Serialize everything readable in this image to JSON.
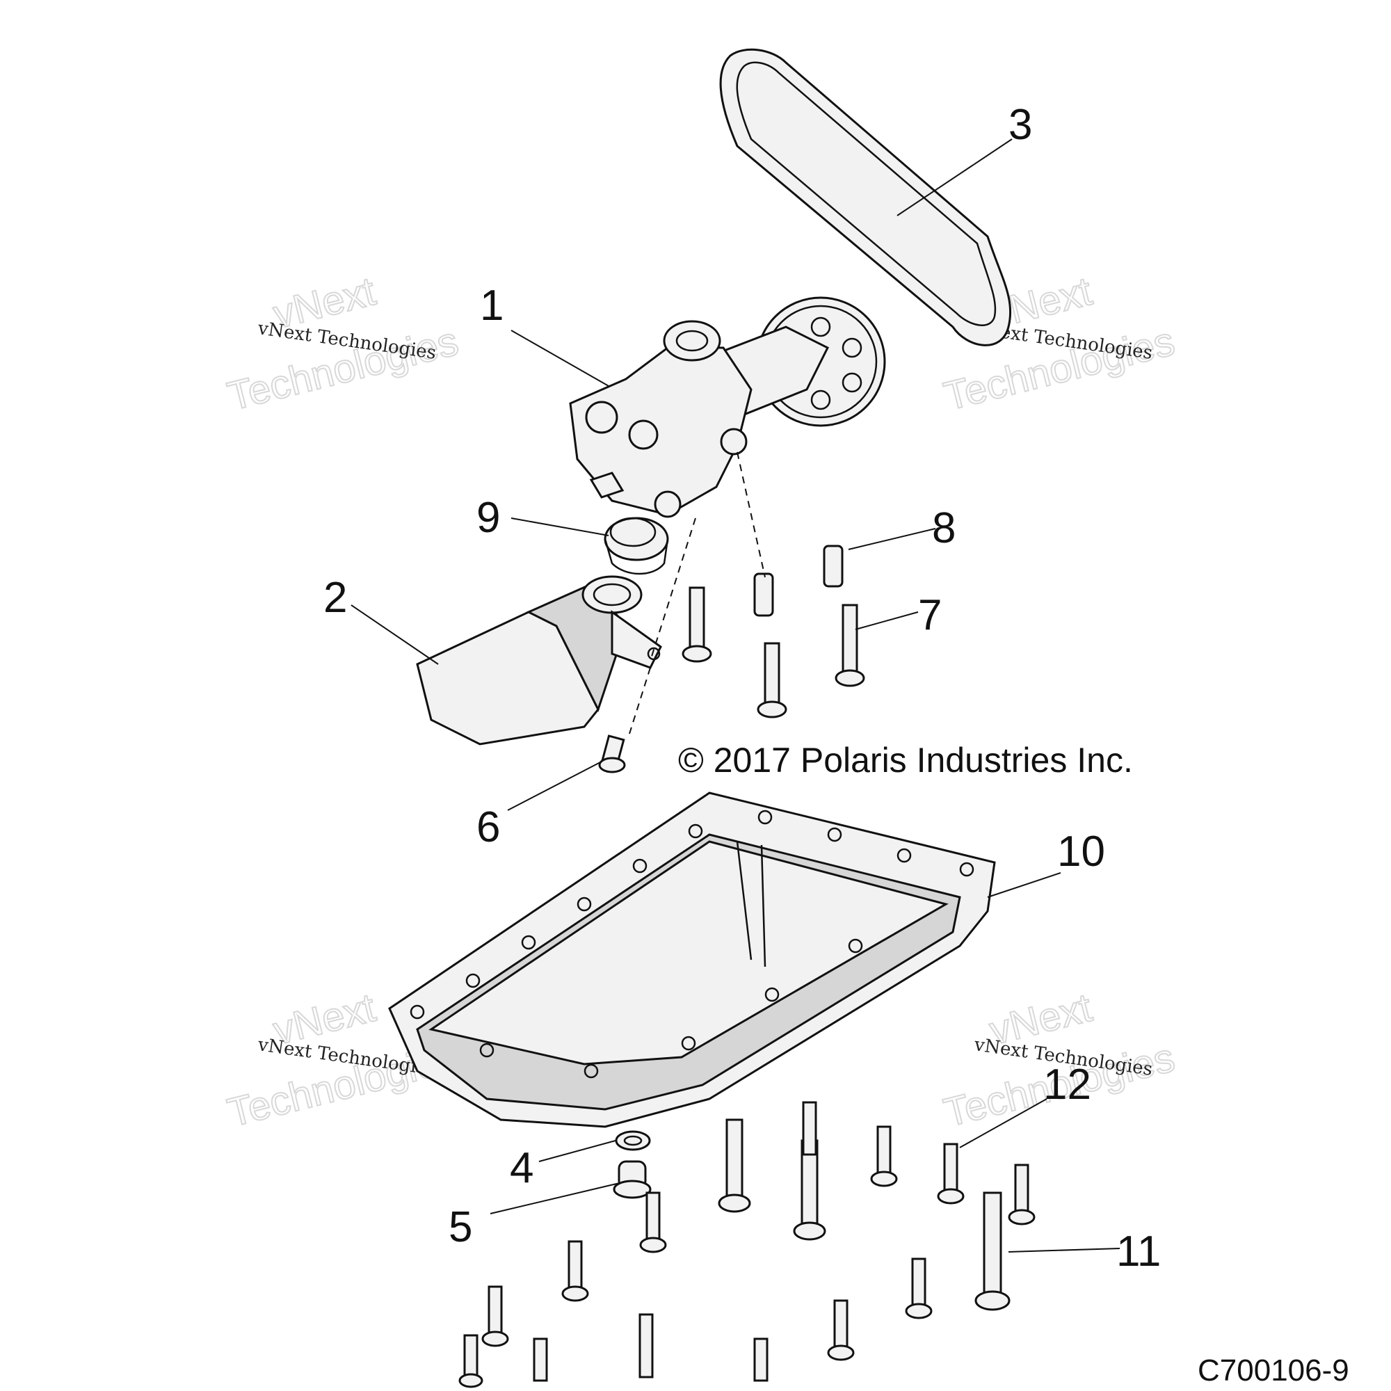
{
  "callouts": [
    {
      "id": "1",
      "label": "1"
    },
    {
      "id": "2",
      "label": "2"
    },
    {
      "id": "3",
      "label": "3"
    },
    {
      "id": "4",
      "label": "4"
    },
    {
      "id": "5",
      "label": "5"
    },
    {
      "id": "6",
      "label": "6"
    },
    {
      "id": "7",
      "label": "7"
    },
    {
      "id": "8",
      "label": "8"
    },
    {
      "id": "9",
      "label": "9"
    },
    {
      "id": "10",
      "label": "10"
    },
    {
      "id": "11",
      "label": "11"
    },
    {
      "id": "12",
      "label": "12"
    }
  ],
  "copyright": "© 2017 Polaris Industries Inc.",
  "figure_id": "C700106-9",
  "watermark": {
    "small": "vNext Technologies",
    "line1": "vNext",
    "line2": "Technologies"
  }
}
